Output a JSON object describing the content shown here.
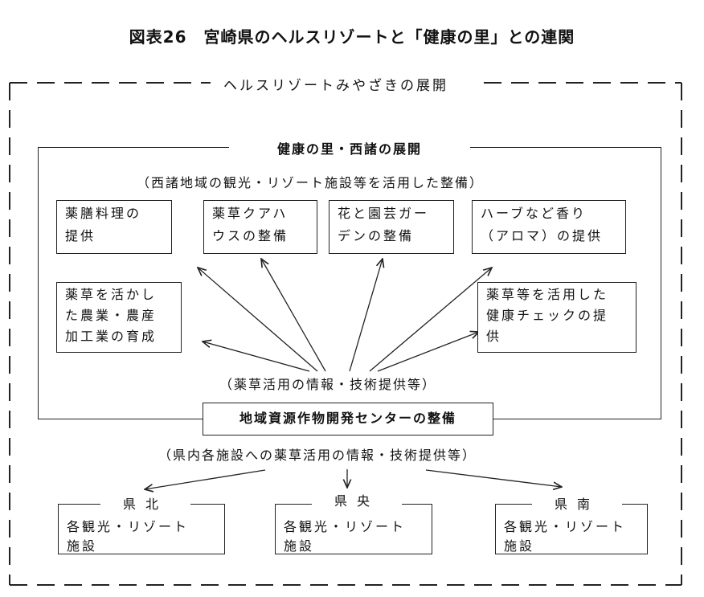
{
  "title": "図表26　宮崎県のヘルスリゾートと「健康の里」との連関",
  "outer": {
    "label": "ヘルスリゾートみやざきの展開"
  },
  "inner": {
    "label": "健康の里・西諸の展開",
    "subtitle": "（西諸地域の観光・リゾート施設等を活用した整備）",
    "boxes": [
      {
        "line1": "薬膳料理の",
        "line2": "提供"
      },
      {
        "line1": "薬草クアハ",
        "line2": "ウスの整備"
      },
      {
        "line1": "花と園芸ガー",
        "line2": "デンの整備"
      },
      {
        "line1": "ハーブなど香り",
        "line2": "（アロマ）の提供"
      },
      {
        "line1": "薬草を活かし",
        "line2": "た農業・農産",
        "line3": "加工業の育成"
      },
      {
        "line1": "薬草等を活用した",
        "line2": "健康チェックの提",
        "line3": "供"
      }
    ],
    "note": "（薬草活用の情報・技術提供等）"
  },
  "center": {
    "label": "地域資源作物開発センターの整備"
  },
  "prefecture_note": "（県内各施設への薬草活用の情報・技術提供等）",
  "regions": [
    {
      "name": "県北",
      "line1": "各観光・リゾート",
      "line2": "施設"
    },
    {
      "name": "県央",
      "line1": "各観光・リゾート",
      "line2": "施設"
    },
    {
      "name": "県南",
      "line1": "各観光・リゾート",
      "line2": "施設"
    }
  ]
}
